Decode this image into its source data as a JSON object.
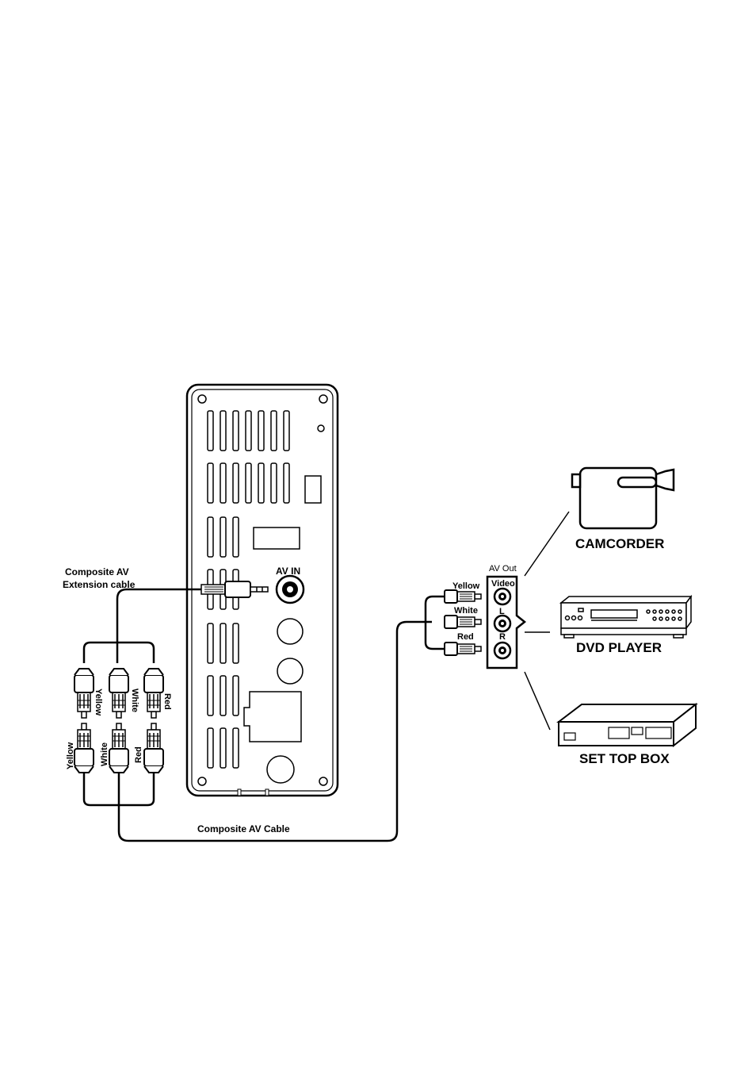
{
  "labels": {
    "av_in": "AV IN",
    "extension_cable": [
      "Composite AV",
      "Extension cable"
    ],
    "composite_cable": "Composite AV Cable",
    "av_out": "AV Out",
    "video": "Video",
    "left": "L",
    "right": "R",
    "yellow": "Yellow",
    "white": "White",
    "red": "Red"
  },
  "devices": {
    "camcorder": "CAMCORDER",
    "dvd_player": "DVD PLAYER",
    "set_top_box": "SET TOP BOX"
  }
}
